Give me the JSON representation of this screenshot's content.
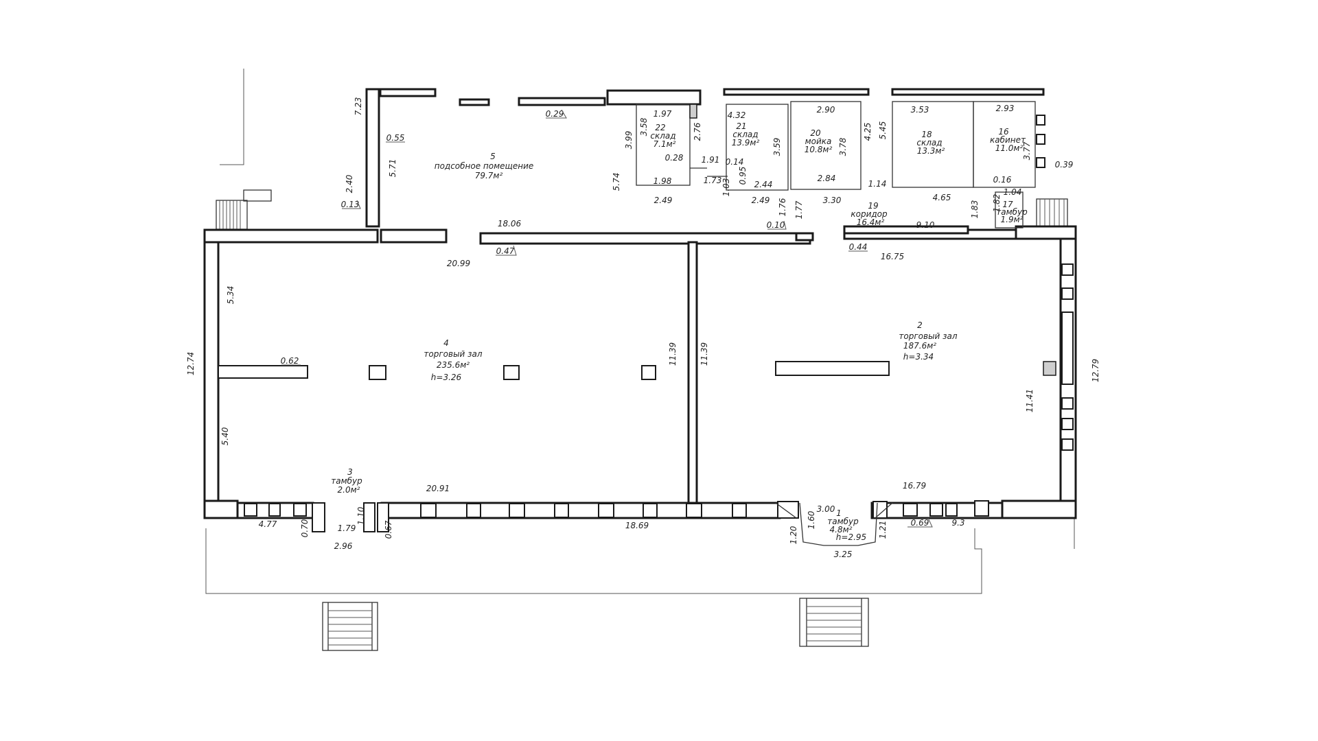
{
  "rooms": {
    "r1": {
      "num": "1",
      "name": "тамбур",
      "area": "4.8м²",
      "height": "h=2.95"
    },
    "r2": {
      "num": "2",
      "name": "торговый зал",
      "area": "187.6м²",
      "height": "h=3.34"
    },
    "r3": {
      "num": "3",
      "name": "тамбур",
      "area": "2.0м²"
    },
    "r4": {
      "num": "4",
      "name": "торговый зал",
      "area": "235.6м²",
      "height": "h=3.26"
    },
    "r5": {
      "num": "5",
      "name": "подсобное помещение",
      "area": "79.7м²"
    },
    "r16": {
      "num": "16",
      "name": "кабинет",
      "area": "11.0м²"
    },
    "r17": {
      "num": "17",
      "name": "тамбур",
      "area": "1.9м²"
    },
    "r18": {
      "num": "18",
      "name": "склад",
      "area": "13.3м²"
    },
    "r19": {
      "num": "19",
      "name": "коридор",
      "area": "16.4м²"
    },
    "r20": {
      "num": "20",
      "name": "мойка",
      "area": "10.8м²"
    },
    "r21": {
      "num": "21",
      "name": "склад",
      "area": "13.9м²"
    },
    "r22": {
      "num": "22",
      "name": "склад",
      "area": "7.1м²"
    }
  },
  "dims": {
    "d_723": "7.23",
    "d_029": "0.29",
    "d_055": "0.55",
    "d_240": "2.40",
    "d_571": "5.71",
    "d_013": "0.13",
    "d_197": "1.97",
    "d_358": "3.58",
    "d_399": "3.99",
    "d_276": "2.76",
    "d_028": "0.28",
    "d_198": "1.98",
    "d_574": "5.74",
    "d_249a": "2.49",
    "d_432": "4.32",
    "d_191": "1.91",
    "d_014": "0.14",
    "d_173": "1.73",
    "d_103": "1.03",
    "d_095": "0.95",
    "d_244": "2.44",
    "d_249b": "2.49",
    "d_359": "3.59",
    "d_290": "2.90",
    "d_378": "3.78",
    "d_284": "2.84",
    "d_330": "3.30",
    "d_176": "1.76",
    "d_177": "1.77",
    "d_010": "0.10",
    "d_545": "5.45",
    "d_425": "4.25",
    "d_114": "1.14",
    "d_353": "3.53",
    "d_293": "2.93",
    "d_377": "3.77",
    "d_039": "0.39",
    "d_016": "0.16",
    "d_465": "4.65",
    "d_183": "1.83",
    "d_182": "1.82",
    "d_104": "1.04",
    "d_910": "9.10",
    "d_044": "0.44",
    "d_1675": "16.75",
    "d_1806": "18.06",
    "d_047": "0.47",
    "d_2099": "20.99",
    "d_534": "5.34",
    "d_1274": "12.74",
    "d_062": "0.62",
    "d_1139a": "11.39",
    "d_1139b": "11.39",
    "d_540": "5.40",
    "d_2091": "20.91",
    "d_1679": "16.79",
    "d_1141": "11.41",
    "d_1279": "12.79",
    "d_477": "4.77",
    "d_070": "0.70",
    "d_179": "1.79",
    "d_110": "1.10",
    "d_067": "0.67",
    "d_296": "2.96",
    "d_1869": "18.69",
    "d_120": "1.20",
    "d_160": "1.60",
    "d_300": "3.00",
    "d_121": "1.21",
    "d_069": "0.69",
    "d_93": "9.3",
    "d_325": "3.25"
  }
}
